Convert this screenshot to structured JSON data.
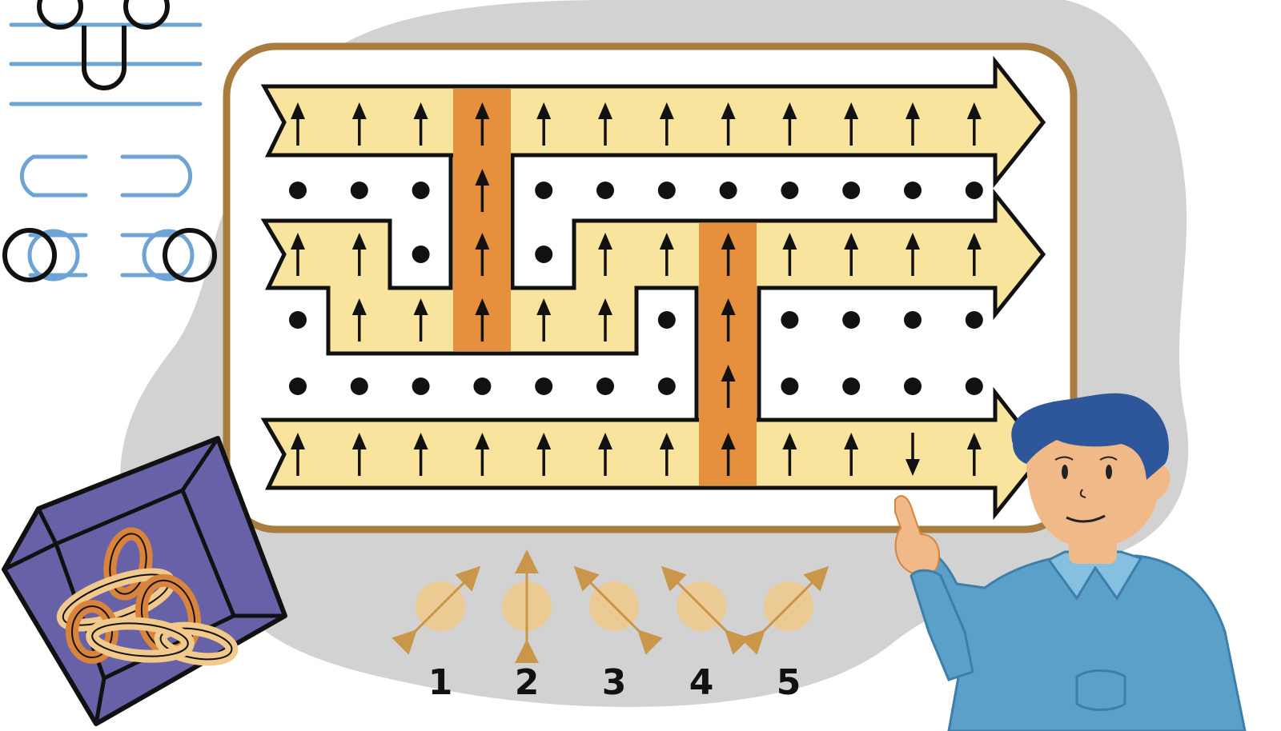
{
  "illustration": {
    "numbers": [
      "1",
      "2",
      "3",
      "4",
      "5"
    ],
    "polarization_angles_deg": [
      45,
      90,
      135,
      135,
      45
    ],
    "lattice": {
      "columns": 12,
      "rows": [
        [
          "up",
          "up",
          "up",
          "up",
          "up",
          "up",
          "up",
          "up",
          "up",
          "up",
          "up",
          "up"
        ],
        [
          "dot",
          "dot",
          "dot",
          "up",
          "dot",
          "dot",
          "dot",
          "dot",
          "dot",
          "dot",
          "dot",
          "dot"
        ],
        [
          "up",
          "up",
          "dot",
          "up",
          "dot",
          "up",
          "up",
          "up",
          "up",
          "up",
          "up",
          "up"
        ],
        [
          "dot",
          "up",
          "up",
          "up",
          "up",
          "up",
          "dot",
          "up",
          "dot",
          "dot",
          "dot",
          "dot"
        ],
        [
          "dot",
          "dot",
          "dot",
          "dot",
          "dot",
          "dot",
          "dot",
          "up",
          "dot",
          "dot",
          "dot",
          "dot"
        ],
        [
          "up",
          "up",
          "up",
          "up",
          "up",
          "up",
          "up",
          "up",
          "up",
          "up",
          "down",
          "up"
        ]
      ]
    },
    "colors": {
      "band": "#f8e49c",
      "column": "#e68f3c",
      "frame": "#a87c3e",
      "blob": "#d2d2d2",
      "cube": "#6761a8",
      "knot_light": "#f1c98a",
      "knot_dark": "#d9843a",
      "shirt": "#5aa0c8",
      "hair": "#2e569b",
      "skin": "#f1b888",
      "sketch_blue": "#6ea3d6"
    }
  }
}
